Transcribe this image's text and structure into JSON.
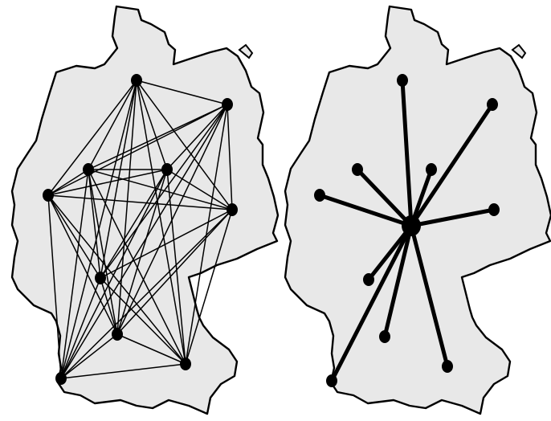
{
  "colors": {
    "background": "#ffffff",
    "country_fill": "#e8e8e8",
    "outline": "#000000",
    "link": "#000000",
    "node": "#000000"
  },
  "panels": [
    {
      "id": "full-mesh",
      "topology": "complete-graph",
      "node_count": 10,
      "link_count": 45
    },
    {
      "id": "star",
      "topology": "hub-and-spoke",
      "node_count": 11,
      "link_count": 10
    }
  ]
}
